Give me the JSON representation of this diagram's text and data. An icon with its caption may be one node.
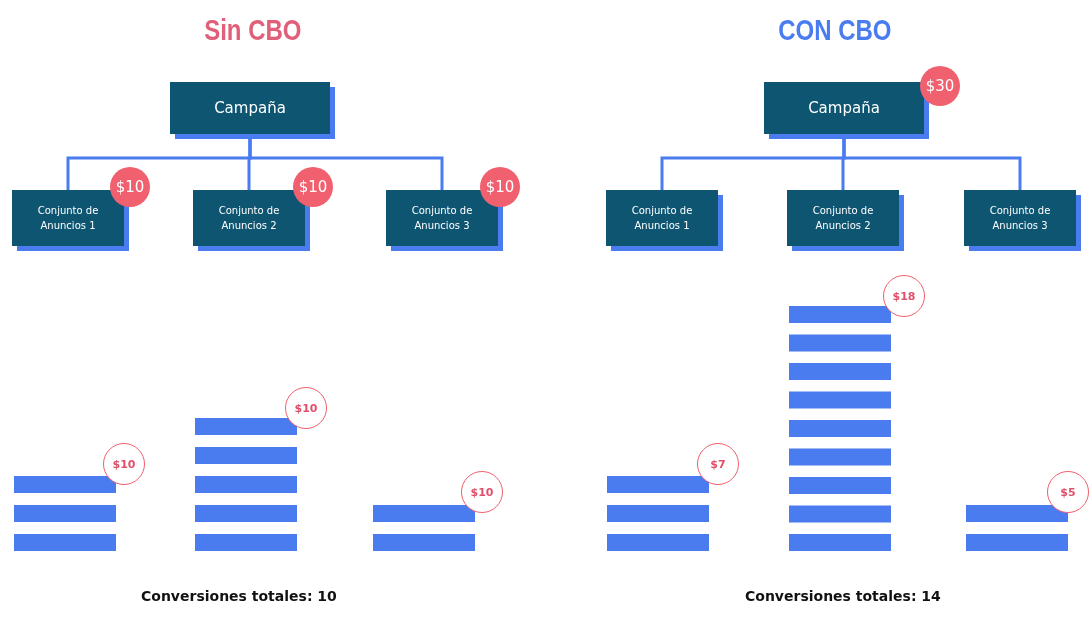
{
  "diagram": {
    "nodes": [
      {
        "text": [
          "Campaña"
        ]
      },
      {
        "text": [
          "Conjunto de Anuncios 1"
        ]
      },
      {
        "text": [
          "Conjunto de Anuncios 2"
        ]
      },
      {
        "text": [
          "Conjunto de Anuncios 3"
        ]
      },
      {
        "text": [
          "Campaña"
        ]
      },
      {
        "text": [
          "Conjunto de Anuncios 1"
        ]
      },
      {
        "text": [
          "Conjunto de Anuncios 2"
        ]
      },
      {
        "text": [
          "Conjunto de Anuncios 3"
        ]
      }
    ],
    "edges": [
      {
        "from": 0,
        "to": 1,
        "arrow": "none"
      },
      {
        "from": 0,
        "to": 2,
        "arrow": "none"
      },
      {
        "from": 0,
        "to": 3,
        "arrow": "none"
      },
      {
        "from": 4,
        "to": 5,
        "arrow": "none"
      },
      {
        "from": 4,
        "to": 6,
        "arrow": "none"
      },
      {
        "from": 4,
        "to": 7,
        "arrow": "none"
      }
    ],
    "labels": [
      "Sin CBO",
      "CON CBO",
      "$30",
      "$10",
      "$10",
      "$10",
      "$10",
      "$10",
      "$10",
      "Conversiones totales: 10",
      "$7",
      "$18",
      "$5",
      "Conversiones totales: 14"
    ]
  }
}
